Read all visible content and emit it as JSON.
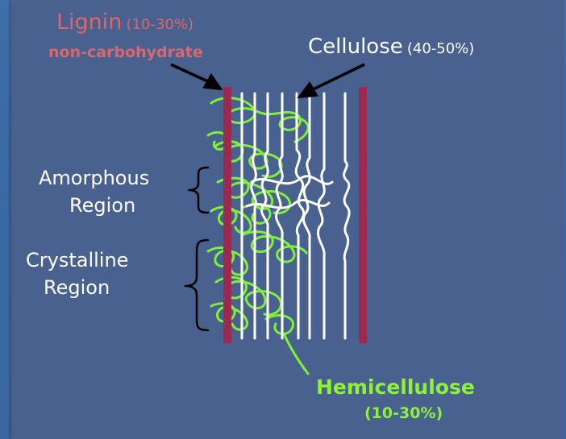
{
  "labels": {
    "lignin": "Lignin",
    "lignin_pct": "(10-30%)",
    "lignin_sub": "non-carbohydrate",
    "cellulose": "Cellulose",
    "cellulose_pct": "(40-50%)",
    "amorphous_line1": "Amorphous",
    "amorphous_line2": "Region",
    "crystalline_line1": "Crystalline",
    "crystalline_line2": "Region",
    "hemicellulose": "Hemicellulose",
    "hemicellulose_pct": "(10-30%)"
  },
  "colors": {
    "lignin": "#9c2a4e",
    "cellulose": "#ffffff",
    "hemicellulose": "#7ef03a",
    "label_red": "#d9676d",
    "background": "#49618f"
  }
}
